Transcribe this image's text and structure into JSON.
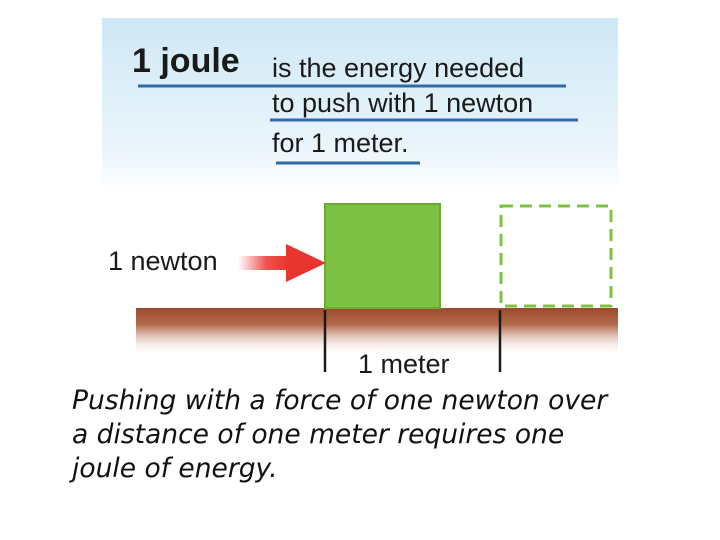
{
  "definition": {
    "term": "1 joule",
    "lines": [
      "is the energy needed",
      "to push with 1 newton",
      "for 1 meter."
    ]
  },
  "diagram": {
    "force_label": "1 newton",
    "distance_label": "1 meter"
  },
  "caption": {
    "lines": [
      "Pushing with a force of one newton over",
      "a distance of one meter requires one",
      "joule of energy."
    ]
  },
  "colors": {
    "box_fill": "#7dc142",
    "box_border": "#6aab35",
    "arrow": "#e8352f",
    "ground": "#9b4a2c",
    "underline": "#2f6aa8",
    "header_bg": "#cfe8f5"
  }
}
